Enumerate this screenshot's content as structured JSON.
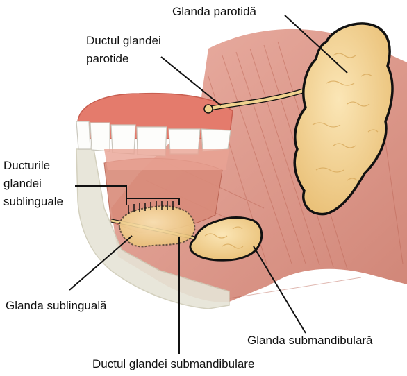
{
  "labels": {
    "parotid_gland": "Glanda parotidă",
    "parotid_duct": [
      "Ductul glandei",
      "parotide"
    ],
    "sublingual_ducts": [
      "Ducturile",
      "glandei",
      "sublinguale"
    ],
    "sublingual_gland": "Glanda sublinguală",
    "submandibular_gland": "Glanda submandibulară",
    "submandibular_duct": "Ductul glandei submandibulare"
  },
  "colors": {
    "muscle": "#d98b7a",
    "muscle_dark": "#b8604f",
    "gland": "#f4d59a",
    "gland_shade": "#e5b96a",
    "gum": "#e47b6c",
    "teeth": "#fdfdfb",
    "bone": "#e6e4d6",
    "outline": "#111111"
  }
}
